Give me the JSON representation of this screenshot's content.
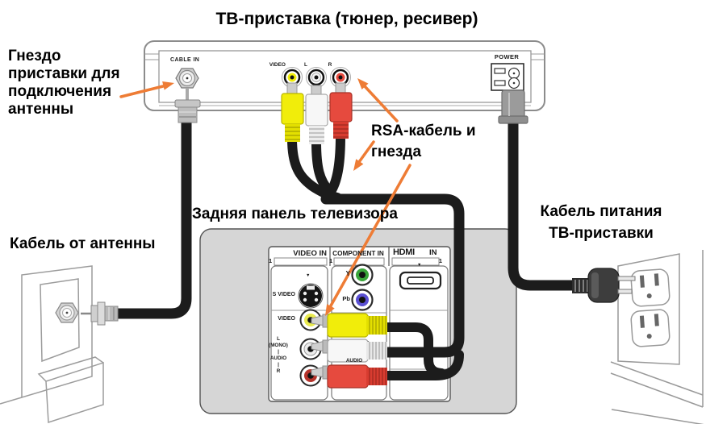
{
  "title": "ТВ-приставка (тюнер, ресивер)",
  "annotations": {
    "antenna_socket": "Гнездо\nприставки для\nподключения\nантенны",
    "rsa_cable": "RSA-кабель и\nгнезда",
    "tv_back_panel": "Задняя панель телевизора",
    "antenna_cable": "Кабель от антенны",
    "power_cable": "Кабель питания\nТВ-приставки"
  },
  "set_top_box": {
    "cable_in_label": "CABLE IN",
    "video_label": "VIDEO",
    "left_label": "L",
    "right_label": "R",
    "power_label": "POWER"
  },
  "tv_panel": {
    "video_in_header": "VIDEO IN",
    "component_in_header": "COMPONENT IN",
    "hdmi_logo": "HDMI",
    "hdmi_in": "IN",
    "input_number": "1",
    "s_video_label": "S VIDEO",
    "y_label": "Y",
    "pb_label": "Pb",
    "video_label": "VIDEO",
    "audio_stack": "L\n(MONO)\n|\nAUDIO\n|\nR",
    "audio_label": "AUDIO",
    "marker": "▼"
  },
  "colors": {
    "arrow_orange": "#ee7c35",
    "cable_black": "#1c1c1c",
    "video_yellow": "#f1ed0a",
    "audio_white": "#f7f7f7",
    "audio_red": "#e64a3e",
    "component_y_green": "#3aa53a",
    "component_pb_blue": "#5a4fd2",
    "tv_panel_gray": "#d6d6d6"
  }
}
